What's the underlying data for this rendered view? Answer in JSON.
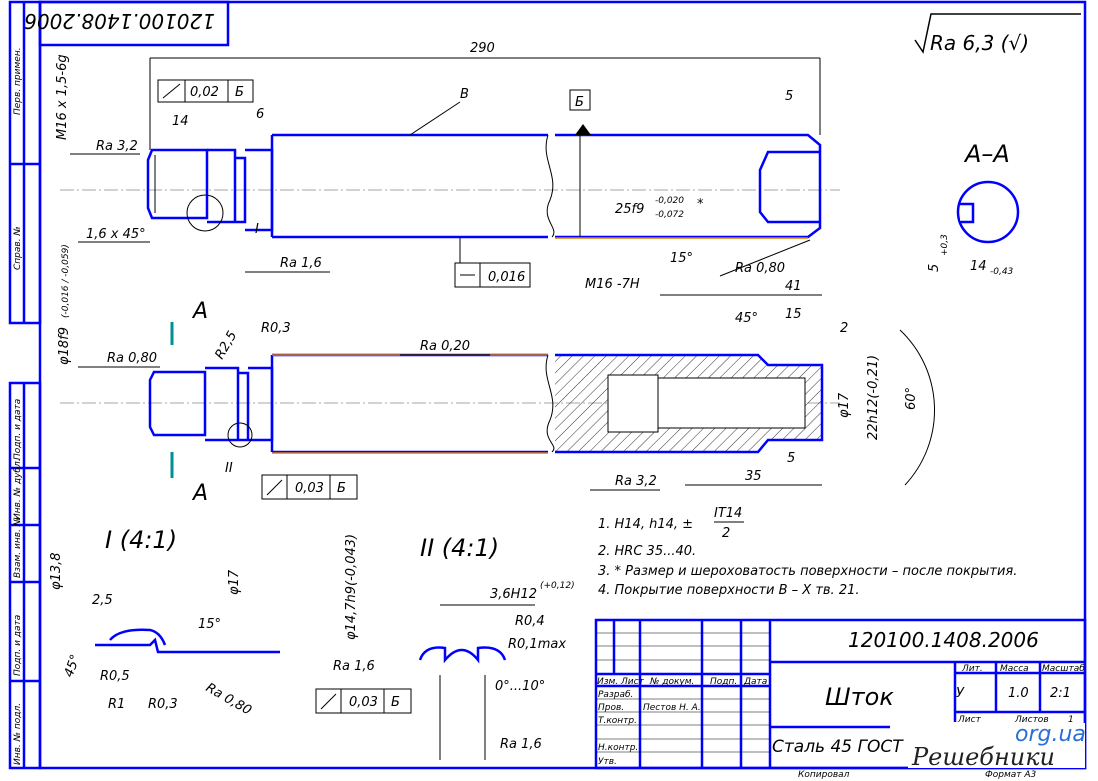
{
  "drawing_number": "120100.1408.2006",
  "drawing_number_stamp": "120100.1408.2006",
  "part_name": "Шток",
  "material": "Сталь 45 ГОСТ",
  "general_roughness": "Ra 6,3 (√)",
  "section_label": "А–А",
  "left_strip": [
    "Перв. примен.",
    "Справ. №",
    "Подп. и дата",
    "Инв. № дубл.",
    "Взам. инв. №",
    "Подп. и дата",
    "Инв. № подл."
  ],
  "title_block": {
    "headers": [
      "Изм.",
      "Лист",
      "№ докум.",
      "Подп.",
      "Дата"
    ],
    "roles": [
      "Разраб.",
      "Пров.",
      "Т.контр.",
      "",
      "Н.контр.",
      "Утв."
    ],
    "checker": "Пестов Н. А.",
    "lit_label": "Лит.",
    "mass_label": "Масса",
    "scale_label": "Масштаб",
    "lit_value": "У",
    "mass_value": "1.0",
    "scale_value": "2:1",
    "sheet_label": "Лист",
    "sheets_label": "Листов",
    "sheets_value": "1",
    "copied": "Копировал",
    "format": "Формат А3"
  },
  "notes": [
    "1. H14, h14, ±",
    "2. HRC 35...40.",
    "3. * Размер и шероховатость поверхности – после покрытия.",
    "4. Покрытие поверхности В – Х тв. 21."
  ],
  "note_fraction": {
    "num": "IT14",
    "den": "2"
  },
  "dims_top": {
    "overall": "290",
    "thread": "M16 x 1,5-6g",
    "tol_frame": [
      "0,02",
      "Б"
    ],
    "d14": "14",
    "d6": "6",
    "ra32": "Ra 3,2",
    "chamfer": "1,6 x 45°",
    "surf_b": "В",
    "datum": "Б",
    "d5": "5",
    "dia25": "25f9",
    "dia25_tol_up": "-0,020",
    "dia25_tol_lo": "-0,072",
    "star": "*",
    "ang15": "15°",
    "ra080": "Ra 0,80",
    "ra16": "Ra 1,6",
    "straight": "0,016",
    "view1": "I"
  },
  "dims_bottom": {
    "dia18": "φ18f9",
    "dia18_tol": "(-0,016 / -0,059)",
    "ra080": "Ra 0,80",
    "r25": "R2,5",
    "r03": "R0,3",
    "ra020": "Ra 0,20",
    "internal_thread": "M16 -7H",
    "d41": "41",
    "a45": "45°",
    "d15": "15",
    "d2": "2",
    "dia17": "φ17",
    "dia22": "22h12(-0,21)",
    "a60": "60°",
    "d5": "5",
    "d35": "35",
    "ra32": "Ra 3,2",
    "cut_a": "А",
    "view2": "II",
    "runout": [
      "0,03",
      "Б"
    ]
  },
  "detail1": {
    "title": "I (4:1)",
    "dia138": "φ13,8",
    "dia17": "φ17",
    "d25": "2,5",
    "a15": "15°",
    "a45": "45°",
    "r05": "R0,5",
    "r1": "R1",
    "r03": "R0,3",
    "ra080": "Ra 0,80"
  },
  "detail2": {
    "title": "II (4:1)",
    "dia": "φ14,7h9(-0,043)",
    "width": "3,6H12",
    "width_tol": "(+0,12)",
    "r04": "R0,4",
    "r01": "R0,1max",
    "angle": "0°...10°",
    "ra16a": "Ra 1,6",
    "ra16b": "Ra 1,6",
    "runout": [
      "0,03",
      "Б"
    ]
  },
  "section": {
    "key_w": "14",
    "key_w_tol": "-0,43",
    "key_d": "5",
    "key_d_tol": "+0,3"
  },
  "watermark": {
    "a": "Решебники",
    "b": "org.ua"
  }
}
